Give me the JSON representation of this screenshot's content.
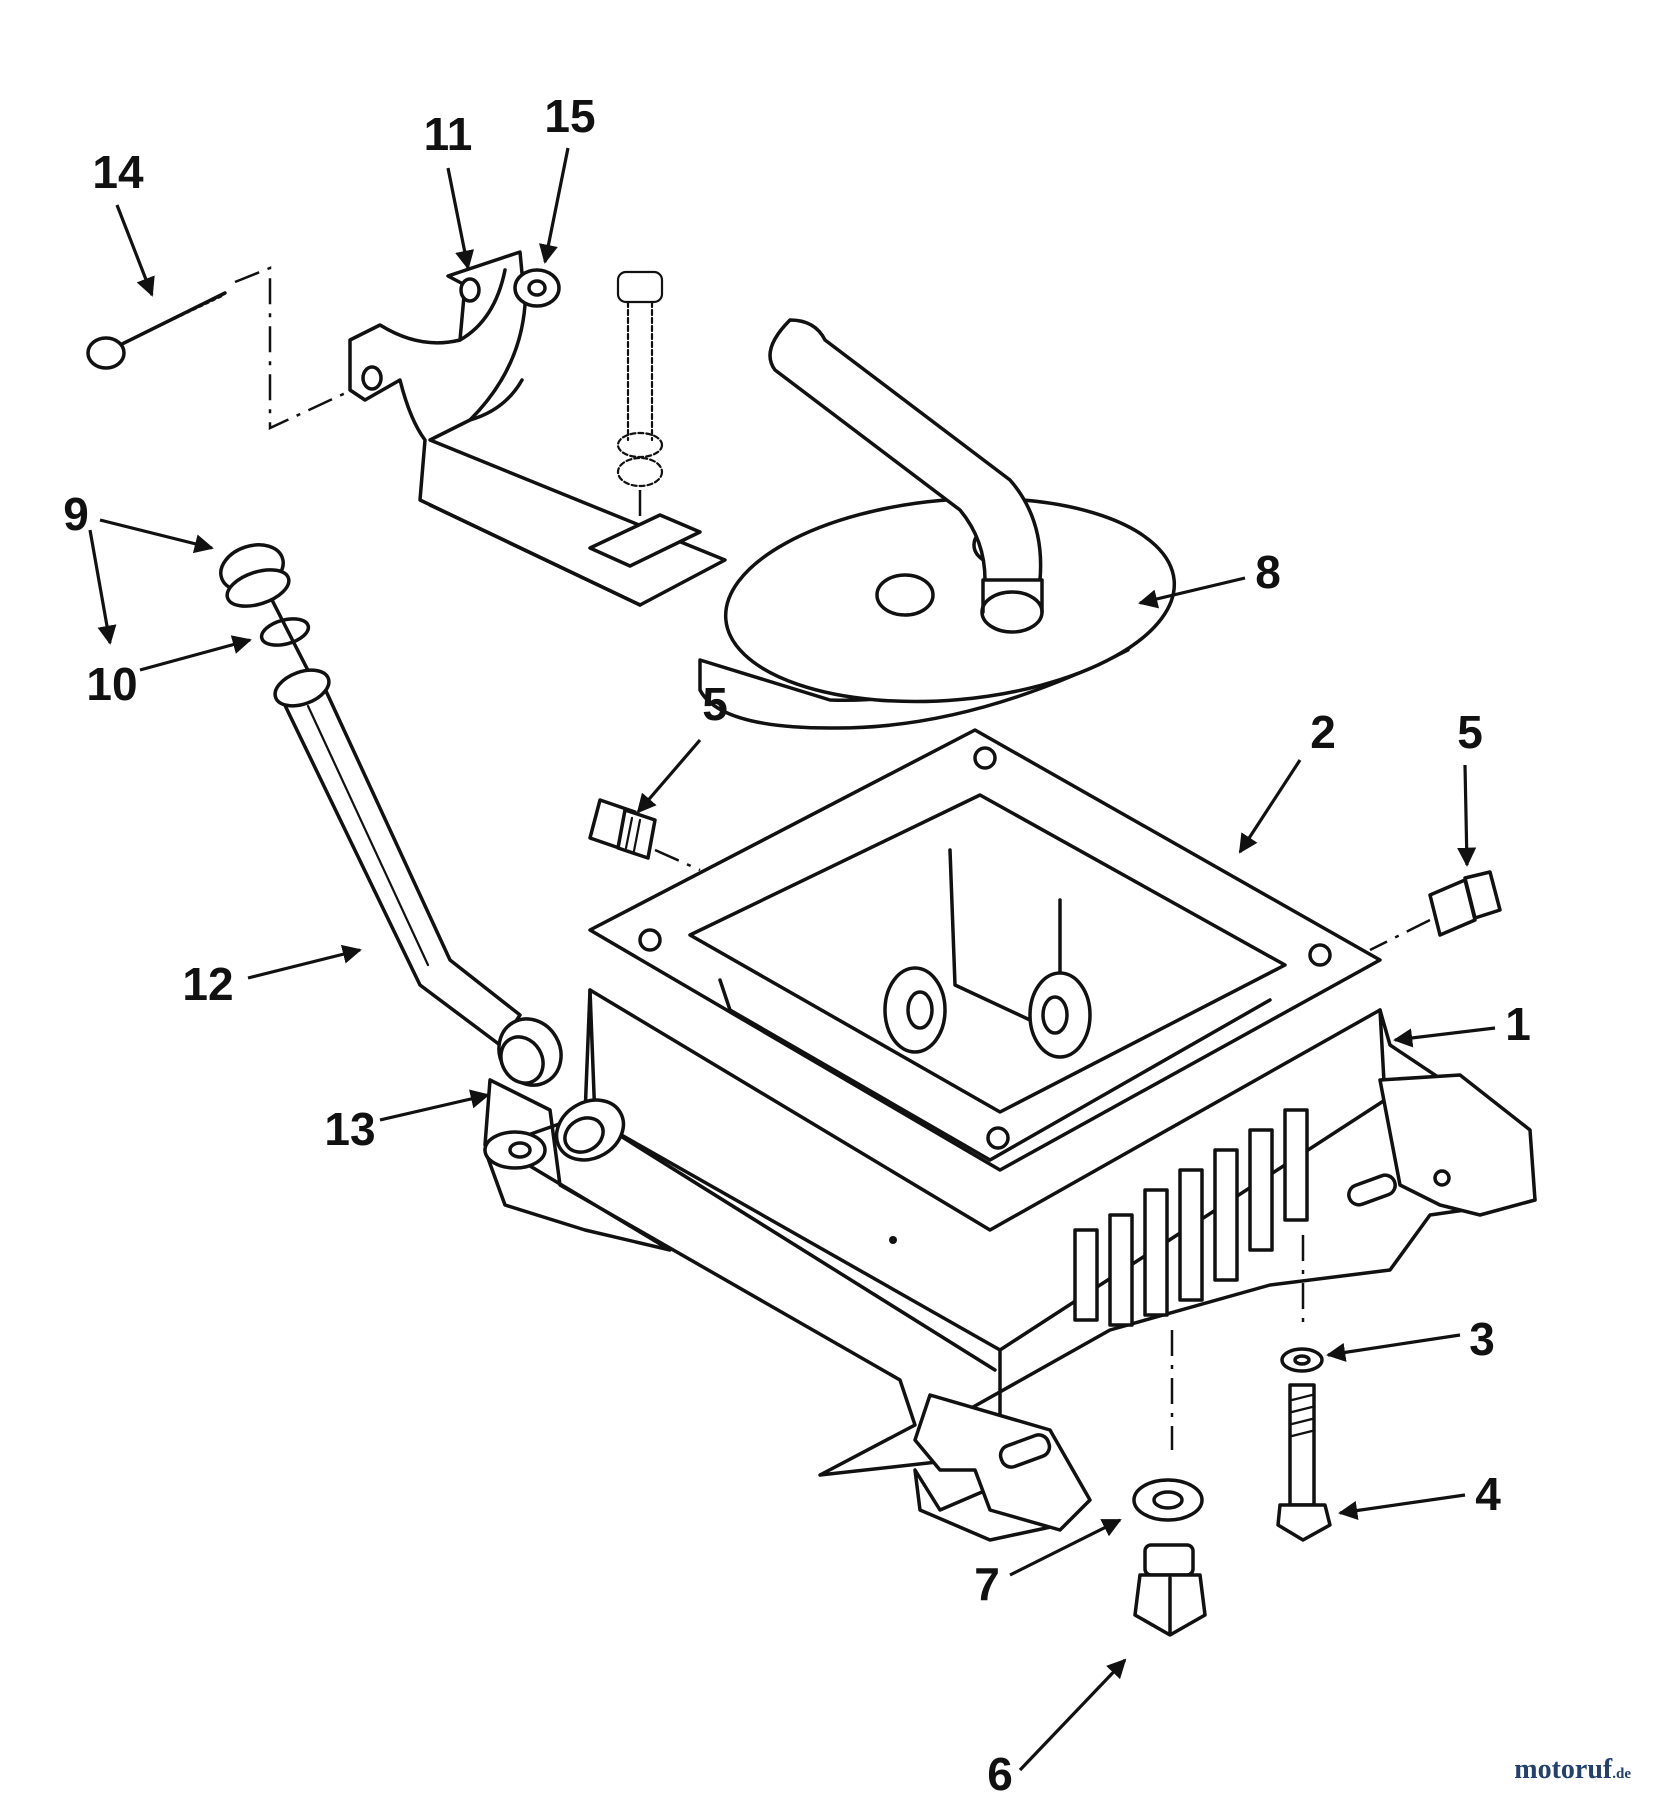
{
  "labels": [
    "14",
    "11",
    "15",
    "9",
    "10",
    "8",
    "5",
    "2",
    "5",
    "12",
    "1",
    "13",
    "3",
    "4",
    "7",
    "6"
  ],
  "watermark": {
    "brand": "motoruf",
    "suffix": ".de",
    "color": "#24406e"
  }
}
